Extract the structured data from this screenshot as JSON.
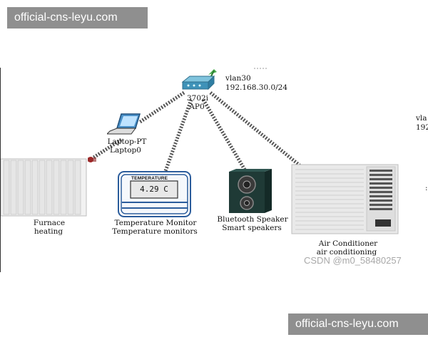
{
  "watermark": {
    "top": "official-cns-leyu.com",
    "bottom": "official-cns-leyu.com"
  },
  "credit": "CSDN @m0_58480257",
  "network": {
    "vlan_name": "vlan30",
    "subnet": "192.168.30.0/24",
    "edge_vlan": "vla",
    "edge_ip": "192"
  },
  "devices": {
    "ap": {
      "model": "3702i",
      "name": "AP0"
    },
    "laptop": {
      "model": "Laptop-PT",
      "name": "Laptop0"
    },
    "furnace": {
      "model": "Furnace",
      "name": "heating"
    },
    "temp_monitor": {
      "model": "Temperature Monitor",
      "name": "Temperature monitors",
      "screen_title": "TEMPERATURE",
      "reading": "4.29 C"
    },
    "speaker": {
      "model": "Bluetooth Speaker",
      "name": "Smart speakers"
    },
    "ac": {
      "model": "Air Conditioner",
      "name": "air conditioning"
    }
  },
  "colors": {
    "link": "#555555",
    "ap_body": "#4aa3c8",
    "speaker": "#1f3a36",
    "monitor_frame": "#2c5d9c"
  }
}
